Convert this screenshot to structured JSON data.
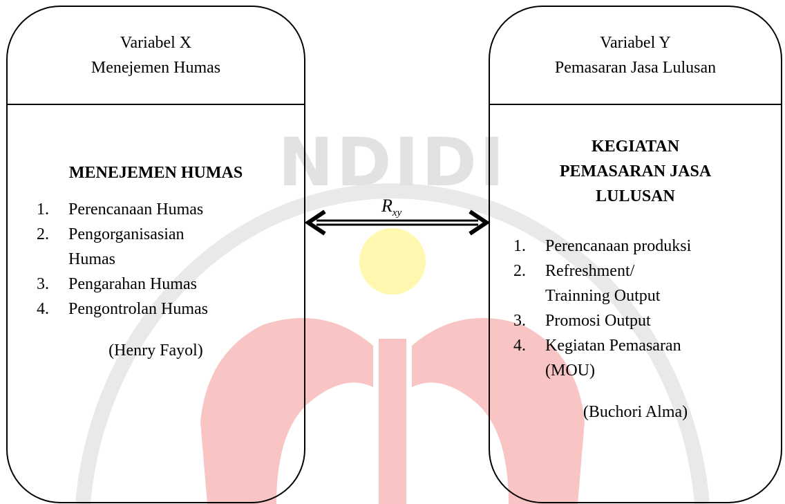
{
  "watermark": {
    "text": "NDIDI",
    "red_color": "#f7c3c3",
    "yellow_color": "#fff8b0",
    "gray_color": "#e4e4e4"
  },
  "left_box": {
    "header_line1": "Variabel X",
    "header_line2": "Menejemen Humas",
    "heading": "MENEJEMEN HUMAS",
    "items": [
      {
        "num": "1.",
        "text": "Perencanaan Humas"
      },
      {
        "num": "2.",
        "text": "Pengorganisasian Humas"
      },
      {
        "num": "3.",
        "text": "Pengarahan Humas"
      },
      {
        "num": "4.",
        "text": "Pengontrolan Humas"
      }
    ],
    "citation": "(Henry Fayol)"
  },
  "right_box": {
    "header_line1": "Variabel Y",
    "header_line2": "Pemasaran Jasa Lulusan",
    "heading_line1": "KEGIATAN",
    "heading_line2": "PEMASARAN JASA",
    "heading_line3": "LULUSAN",
    "items": [
      {
        "num": "1.",
        "text": "Perencanaan produksi"
      },
      {
        "num": "2.",
        "text_line1": "Refreshment/",
        "text_line2": "Trainning Output"
      },
      {
        "num": "3.",
        "text": "Promosi Output"
      },
      {
        "num": "4.",
        "text_line1": "Kegiatan Pemasaran",
        "text_line2": "(MOU)"
      }
    ],
    "citation": "(Buchori Alma)"
  },
  "connector": {
    "symbol": "R",
    "subscript": "xy"
  }
}
